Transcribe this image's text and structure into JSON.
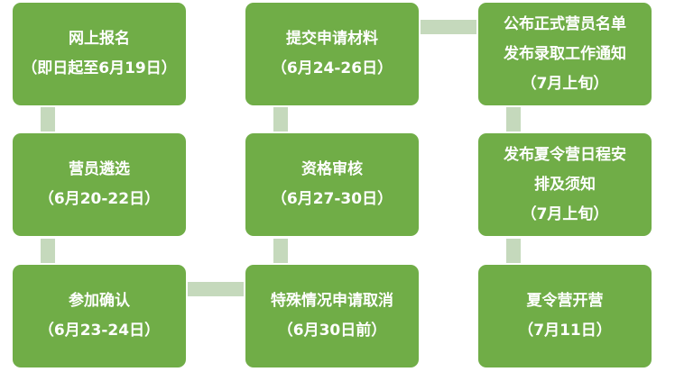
{
  "steps": [
    {
      "title": "网上报名",
      "date": "（即日起至6月19日）"
    },
    {
      "title": "营员遴选",
      "date": "（6月20-22日）"
    },
    {
      "title": "参加确认",
      "date": "（6月23-24日）"
    },
    {
      "title": "提交申请材料",
      "date": "（6月24-26日）"
    },
    {
      "title": "资格审核",
      "date": "（6月27-30日）"
    },
    {
      "title": "特殊情况申请取消",
      "date": "（6月30日前）"
    },
    {
      "title_line1": "公布正式营员名单",
      "title_line2": "发布录取工作通知",
      "date": "（7月上旬）"
    },
    {
      "title_line1": "发布夏令营日程安",
      "title_line2": "排及须知",
      "date": "（7月上旬）"
    },
    {
      "title": "夏令营开营",
      "date": "（7月11日）"
    }
  ],
  "colors": {
    "box": "#70AD47",
    "connector": "#C5D9BC",
    "text": "#FFFFFF"
  }
}
